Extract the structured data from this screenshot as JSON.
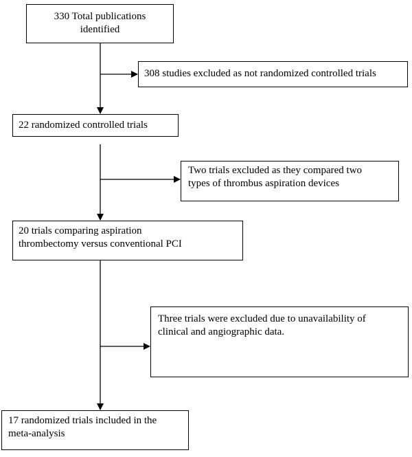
{
  "boxes": {
    "total": {
      "line1": "330 Total publications",
      "line2": "identified"
    },
    "excluded_nonrct": {
      "text": "308 studies excluded as not randomized controlled trials"
    },
    "rct22": {
      "text": "22 randomized controlled trials"
    },
    "two_excluded": {
      "line1": "Two trials excluded as they compared two",
      "line2": "types of thrombus aspiration devices"
    },
    "trials20": {
      "line1": "20 trials comparing aspiration",
      "line2": "thrombectomy versus conventional PCI"
    },
    "three_excluded": {
      "line1": "Three trials were excluded due to unavailability of",
      "line2": "clinical and angiographic data."
    },
    "included17": {
      "line1": "17 randomized trials included in the",
      "line2": "meta-analysis"
    }
  }
}
